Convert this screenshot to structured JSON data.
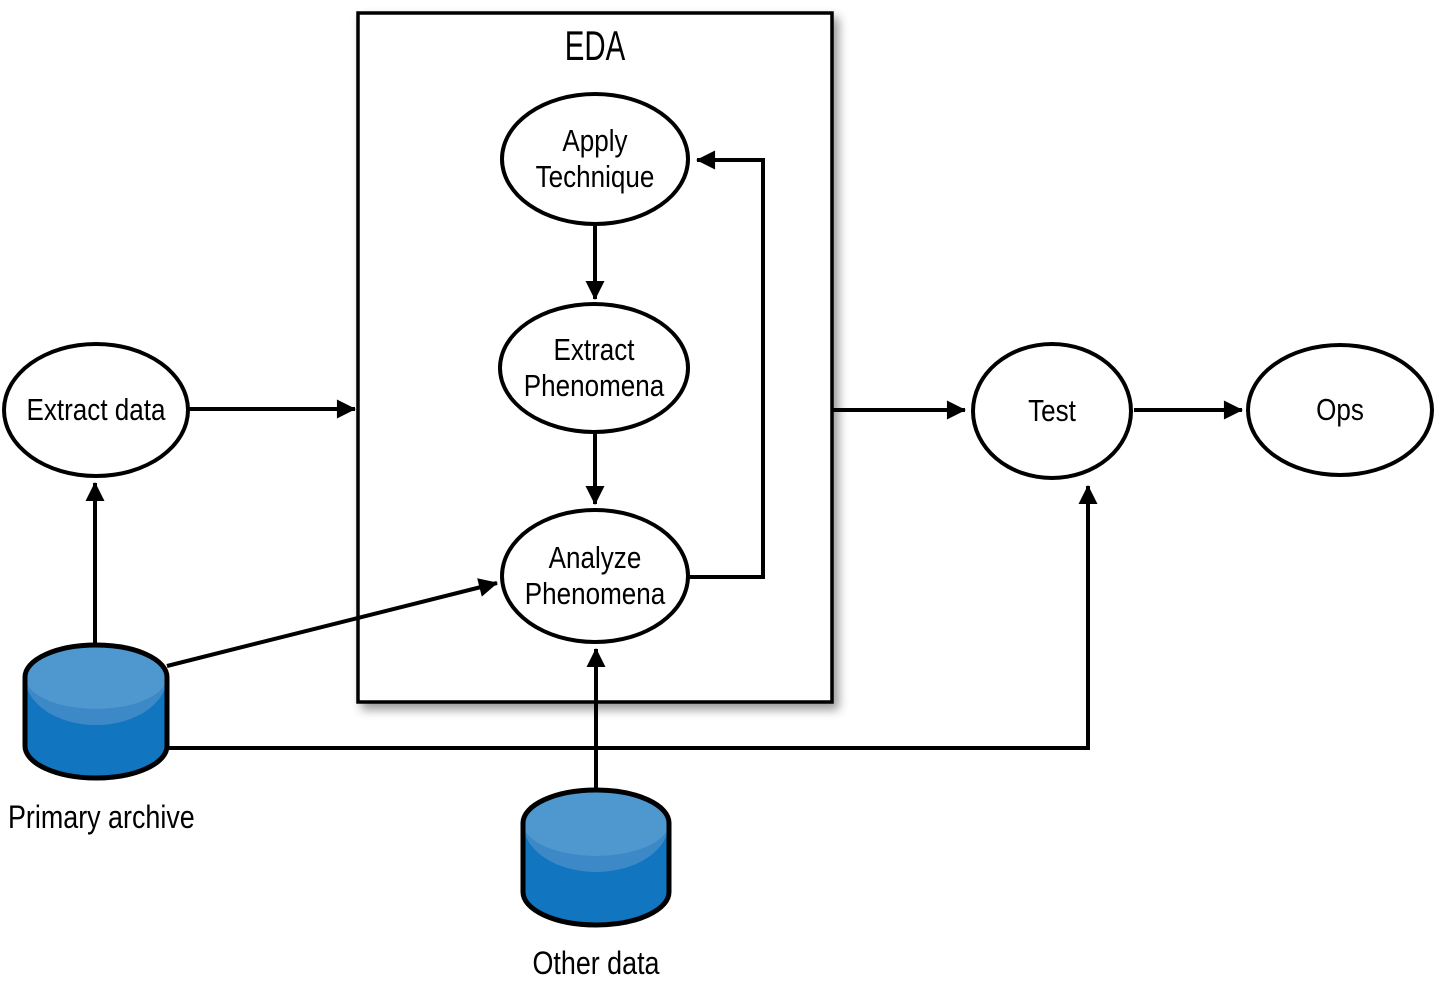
{
  "diagram": {
    "title": "EDA",
    "nodes": {
      "extract_data": {
        "label": "Extract data"
      },
      "apply_technique": {
        "label": "Apply Technique"
      },
      "extract_phenomena": {
        "label": "Extract Phenomena"
      },
      "analyze_phenomena": {
        "label": "Analyze Phenomena"
      },
      "test": {
        "label": "Test"
      },
      "ops": {
        "label": "Ops"
      }
    },
    "datastores": {
      "primary_archive": {
        "label": "Primary archive"
      },
      "other_data": {
        "label": "Other data"
      }
    },
    "edges": [
      {
        "from": "Extract data",
        "to": "EDA"
      },
      {
        "from": "Apply Technique",
        "to": "Extract Phenomena"
      },
      {
        "from": "Extract Phenomena",
        "to": "Analyze Phenomena"
      },
      {
        "from": "Analyze Phenomena",
        "to": "Apply Technique"
      },
      {
        "from": "EDA",
        "to": "Test"
      },
      {
        "from": "Test",
        "to": "Ops"
      },
      {
        "from": "Primary archive",
        "to": "Extract data"
      },
      {
        "from": "Primary archive",
        "to": "Analyze Phenomena"
      },
      {
        "from": "Primary archive",
        "to": "Test"
      },
      {
        "from": "Other data",
        "to": "Analyze Phenomena"
      }
    ],
    "colors": {
      "line": "#000000",
      "node_fill": "#ffffff",
      "cylinder_top": "#4f97cf",
      "cylinder_shine": "#3d89c7",
      "cylinder_body": "#1175bf"
    }
  }
}
